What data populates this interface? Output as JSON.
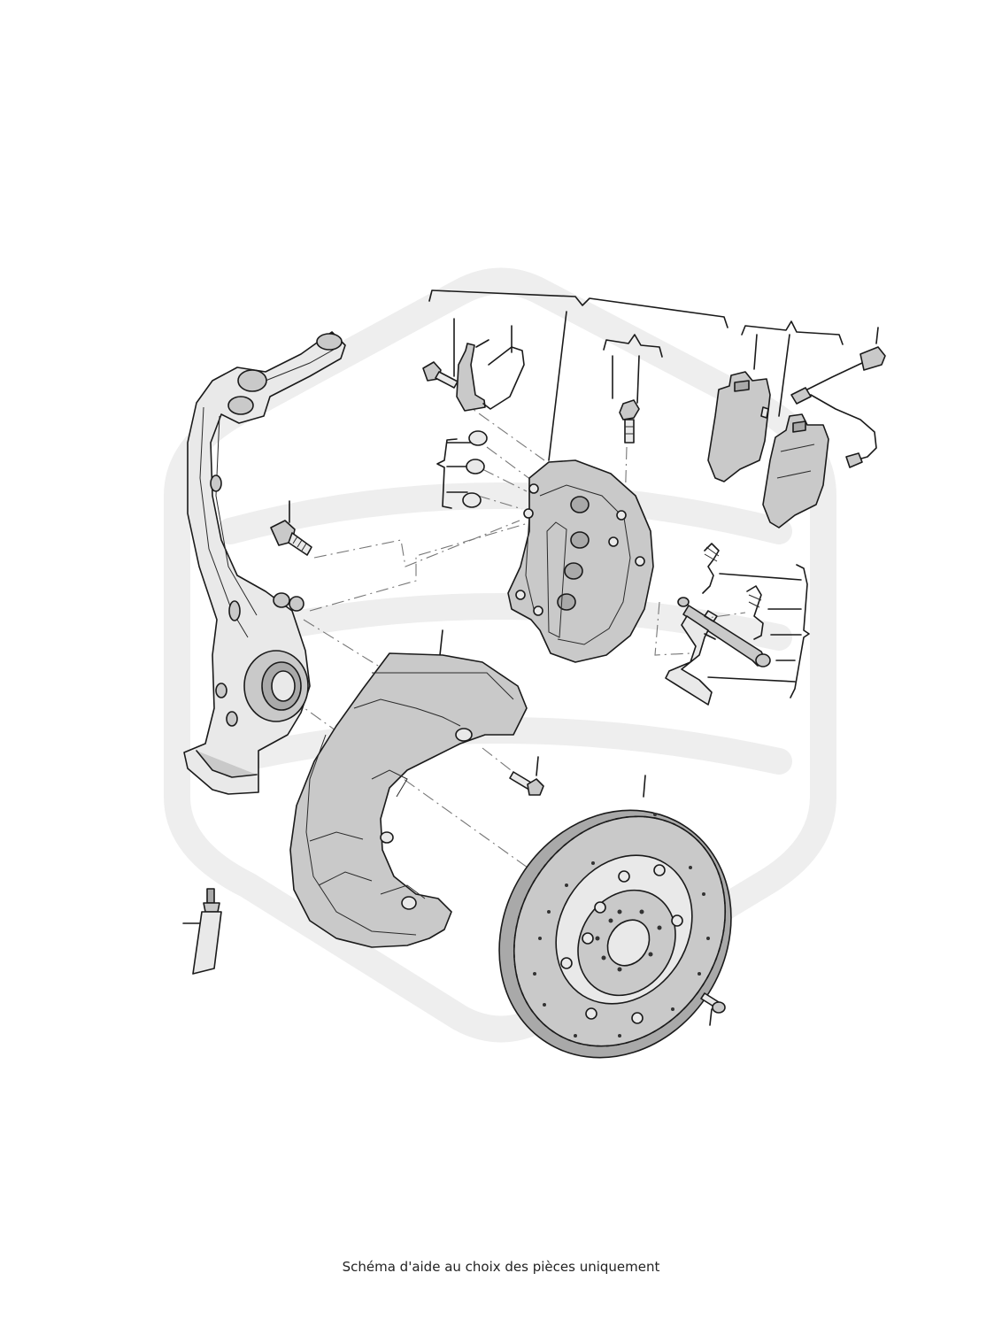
{
  "caption": "Schéma d'aide au choix des pièces uniquement",
  "colors": {
    "line": "#1a1a1a",
    "part_fill": "#c9c9c9",
    "watermark": "#eeeeee"
  },
  "parts": [
    {
      "name": "steering-knuckle"
    },
    {
      "name": "knuckle-bolt"
    },
    {
      "name": "caliper-bracket-bolt"
    },
    {
      "name": "wear-indicator-bracket"
    },
    {
      "name": "caliper-seal-rings"
    },
    {
      "name": "brake-caliper"
    },
    {
      "name": "bleeder-valve"
    },
    {
      "name": "brake-pads"
    },
    {
      "name": "pad-wear-sensor"
    },
    {
      "name": "pad-retaining-springs"
    },
    {
      "name": "pad-retaining-pin-kit"
    },
    {
      "name": "dust-shield"
    },
    {
      "name": "dust-shield-bolt"
    },
    {
      "name": "brake-disc"
    },
    {
      "name": "disc-retaining-screw"
    },
    {
      "name": "grease-tube"
    }
  ]
}
